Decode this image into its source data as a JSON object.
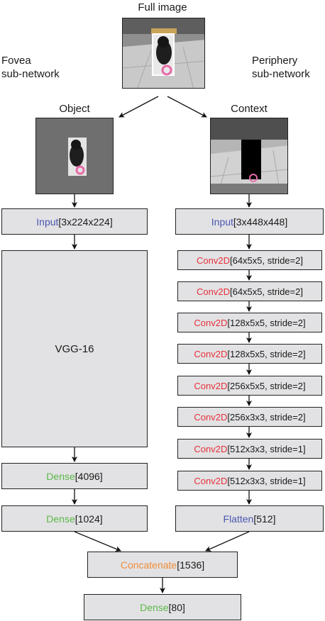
{
  "labels": {
    "full_image": "Full image",
    "fovea": "Fovea\nsub-network",
    "periphery": "Periphery\nsub-network",
    "object": "Object",
    "context": "Context",
    "vgg": "VGG-16"
  },
  "left_column": {
    "input": {
      "kw": "Input",
      "spec": " [3x224x224]"
    },
    "dense1": {
      "kw": "Dense",
      "spec": " [4096]"
    },
    "dense2": {
      "kw": "Dense",
      "spec": " [1024]"
    }
  },
  "right_column": {
    "input": {
      "kw": "Input",
      "spec": " [3x448x448]"
    },
    "convs": [
      {
        "kw": "Conv2D",
        "spec": " [64x5x5, stride=2]"
      },
      {
        "kw": "Conv2D",
        "spec": " [64x5x5, stride=2]"
      },
      {
        "kw": "Conv2D",
        "spec": " [128x5x5, stride=2]"
      },
      {
        "kw": "Conv2D",
        "spec": " [128x5x5, stride=2]"
      },
      {
        "kw": "Conv2D",
        "spec": " [256x5x5, stride=2]"
      },
      {
        "kw": "Conv2D",
        "spec": " [256x3x3, stride=2]"
      },
      {
        "kw": "Conv2D",
        "spec": " [512x3x3, stride=1]"
      },
      {
        "kw": "Conv2D",
        "spec": " [512x3x3, stride=1]"
      }
    ],
    "flatten": {
      "kw": "Flatten",
      "spec": " [512]"
    }
  },
  "merge": {
    "concat": {
      "kw": "Concatenate",
      "spec": " [1536]"
    },
    "dense": {
      "kw": "Dense",
      "spec": " [80]"
    }
  },
  "colors": {
    "input": "#4a56b0",
    "conv": "#e8303a",
    "dense": "#5cb848",
    "concat": "#f08c3a",
    "box_fill": "#e2e2e4"
  }
}
